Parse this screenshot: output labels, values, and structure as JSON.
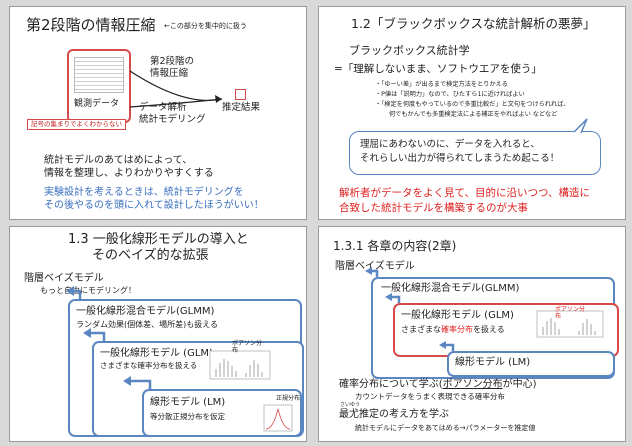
{
  "s1": {
    "title": "第2段階の情報圧縮",
    "note": "←この部分を集中的に扱う",
    "label_stage2_l1": "第2段階の",
    "label_stage2_l2": "情報圧縮",
    "label_model_l1": "データ解析",
    "label_model_l2": "統計モデリング",
    "obs_data": "観測データ",
    "result": "推定結果",
    "memo": "記号の集まりでよくわからない",
    "text1": "統計モデルのあてはめによって、",
    "text2": "情報を整理し、よりわかりやすくする",
    "blue1": "実験設計を考えるときは、統計モデリングを",
    "blue2": "その後やるのを頭に入れて設計したほうがいい！"
  },
  "s2": {
    "title": "1.2「ブラックボックスな統計解析の悪夢」",
    "subtitle": "ブラックボックス統計学",
    "eq": "=「理解しないまま、ソフトウエアを使う」",
    "b1": "・「ゆーい差」が出るまで検定方法をとりかえる",
    "b2": "・P値は「説明力」なので、ひたすら1に近ければよい",
    "b3": "・「検定を何度もやっているので多重比較だ」と文句をつけられれば、",
    "b4": "何でもかんでも多重検定法による補正をやればよい などなど",
    "bubble1": "理屈にあわないのに、データを入れると、",
    "bubble2": "それらしい出力が得られてしまうため起こる！",
    "red1": "解析者がデータをよく見て、目的に沿いつつ、構造に",
    "red2": "合致した統計モデルを構築するのが大事"
  },
  "s3": {
    "title1": "1.3 一般化線形モデルの導入と",
    "title2": "そのベイズ的な拡張",
    "hbm": "階層ベイズモデル",
    "hbm_sub": "もっと自由にモデリング！",
    "glmm": "一般化線形混合モデル(GLMM)",
    "glmm_sub": "ランダム効果(個体差、場所差)も扱える",
    "glm": "一般化線形モデル (GLM)",
    "glm_sub": "さまざまな確率分布を扱える",
    "lm": "線形モデル (LM)",
    "lm_sub": "等分散正規分布を仮定",
    "poisson": "ポアソン分布",
    "normal": "正規分布"
  },
  "s4": {
    "title": "1.3.1 各章の内容(2章)",
    "hbm": "階層ベイズモデル",
    "glmm": "一般化線形混合モデル(GLMM)",
    "glm": "一般化線形モデル (GLM)",
    "glm_sub_a": "さまざまな",
    "glm_sub_b": "確率分布",
    "glm_sub_c": "を扱える",
    "poisson": "ポアソン分布",
    "lm": "線形モデル (LM)",
    "learn1": "確率分布について学ぶ(",
    "learn1b": "ポアソン分布",
    "learn1c": "が中心)",
    "learn2": "カウントデータをうまく表現できる確率分布",
    "ruby": "さいゆう",
    "learn3": "最尤推定の考え方を学ぶ",
    "learn4": "統計モデルにデータをあてはめる→パラメーターを推定値"
  },
  "colors": {
    "blue": "#5a86c2",
    "red": "#d84a4a",
    "text_blue": "#3a6fc0",
    "text_red": "#e02020"
  }
}
